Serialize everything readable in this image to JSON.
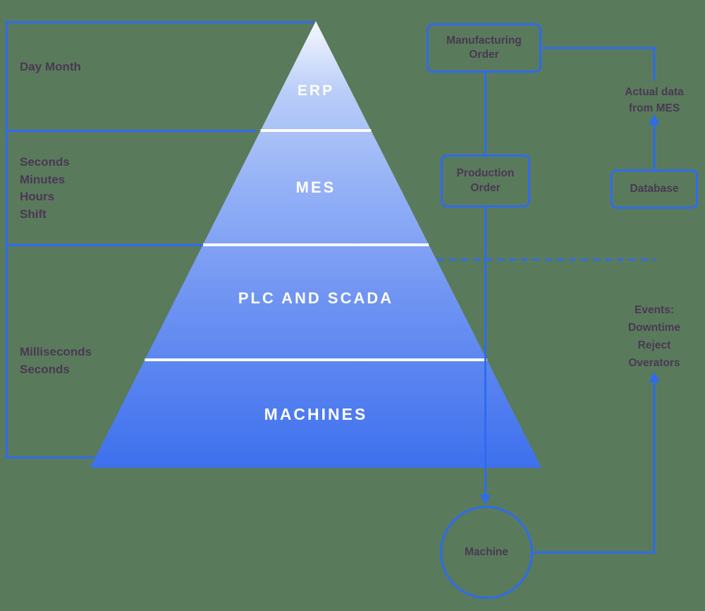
{
  "colors": {
    "background": "#597b5b",
    "accent_blue": "#2e6bf2",
    "label_text": "#4a3854",
    "pyramid_text": "#ffffff",
    "pyramid_gradient_top": "#f5f8fe",
    "pyramid_gradient_bottom": "#3e70ee"
  },
  "pyramid": {
    "levels": [
      {
        "label": "ERP"
      },
      {
        "label": "MES"
      },
      {
        "label": "PLC AND SCADA"
      },
      {
        "label": "MACHINES"
      }
    ]
  },
  "timescales": {
    "erp": "Day Month",
    "mes": "Seconds\nMinutes\nHours\nShift",
    "machines": "Milliseconds\nSeconds"
  },
  "flowchart": {
    "manufacturing_order": "Manufacturing Order",
    "production_order": "Production Order",
    "database": "Database",
    "machine": "Machine",
    "actual_data_label": "Actual data\nfrom MES",
    "events_label": "Events:\nDowntime\nReject\nOverators"
  }
}
